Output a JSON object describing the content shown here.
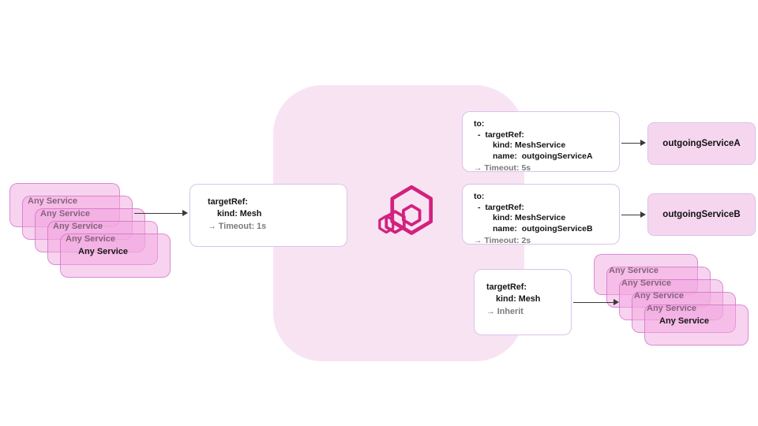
{
  "colors": {
    "mesh_bg": "#f8e3f3",
    "brand": "#d3217d",
    "card_border": "#d9c3ec",
    "svc_fill": "rgba(241,167,224,0.5)",
    "svc_border": "rgba(204,99,197,0.65)",
    "out_fill": "#f6d6ef",
    "muted": "#7a7a7a",
    "arrow": "#3a3a3a"
  },
  "diagram": {
    "any_service_label": "Any Service",
    "logo_icon": "kuma-mesh-logo",
    "left_card": {
      "l1": "targetRef:",
      "l2": "kind: Mesh",
      "l3": "→ Timeout: 1s"
    },
    "to_a_card": {
      "l1": "to:",
      "l2": "-  targetRef:",
      "l3": "kind: MeshService",
      "l4": "name:  outgoingServiceA",
      "l5": "→ Timeout: 5s"
    },
    "to_b_card": {
      "l1": "to:",
      "l2": "-  targetRef:",
      "l3": "kind: MeshService",
      "l4": "name:  outgoingServiceB",
      "l5": "→ Timeout: 2s"
    },
    "inherit_card": {
      "l1": "targetRef:",
      "l2": "kind: Mesh",
      "l3": "→ Inherit"
    },
    "service_a": "outgoingServiceA",
    "service_b": "outgoingServiceB"
  }
}
